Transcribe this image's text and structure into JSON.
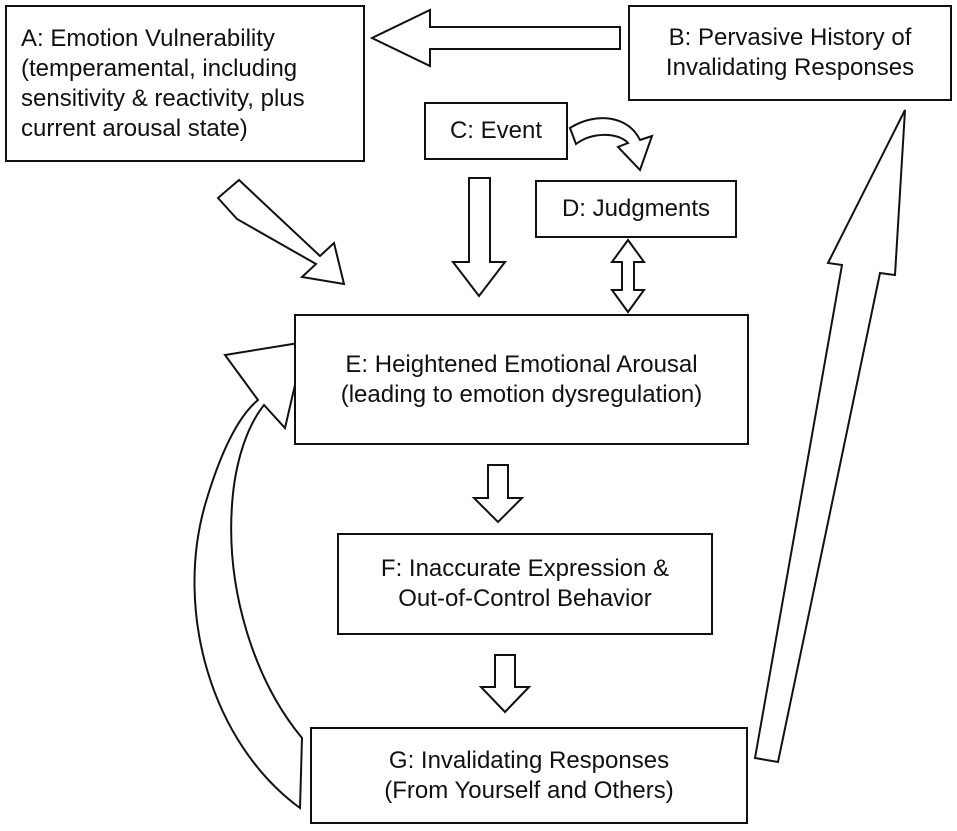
{
  "diagram": {
    "box_a": {
      "lines": [
        "A: Emotion Vulnerability",
        "(temperamental, including",
        "sensitivity & reactivity, plus",
        "current arousal state)"
      ]
    },
    "box_b": {
      "lines": [
        "B: Pervasive History of",
        "Invalidating Responses"
      ]
    },
    "box_c": {
      "lines": [
        "C: Event"
      ]
    },
    "box_d": {
      "lines": [
        "D: Judgments"
      ]
    },
    "box_e": {
      "lines": [
        "E: Heightened Emotional Arousal",
        "(leading to emotion dysregulation)"
      ]
    },
    "box_f": {
      "lines": [
        "F: Inaccurate Expression &",
        "Out-of-Control Behavior"
      ]
    },
    "box_g": {
      "lines": [
        "G: Invalidating Responses",
        "(From Yourself and Others)"
      ]
    }
  }
}
